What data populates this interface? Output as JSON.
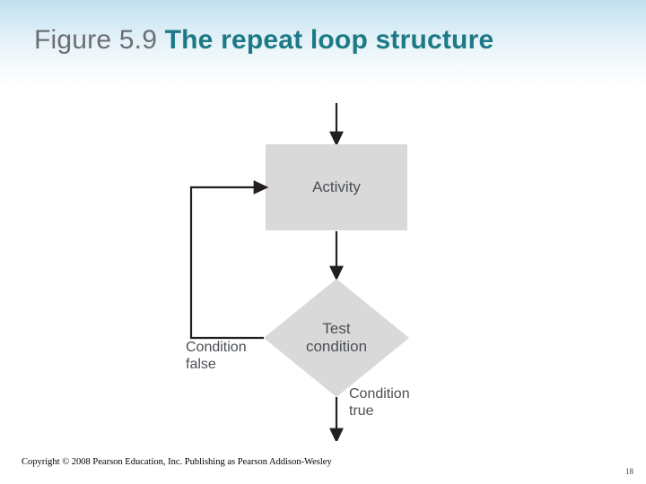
{
  "slide": {
    "title_figure": "Figure 5.9 ",
    "title_main": "The repeat loop structure",
    "copyright": "Copyright © 2008 Pearson Education, Inc. Publishing as Pearson Addison-Wesley",
    "page_number": "18",
    "colors": {
      "title_figure": "#6b6f74",
      "title_main": "#1b7a86",
      "band_top": "#bfe0ef",
      "shape_fill": "#d9d9d9",
      "text": "#4b4f54"
    }
  },
  "diagram": {
    "type": "flowchart",
    "nodes": [
      {
        "id": "activity",
        "shape": "rectangle",
        "label": "Activity"
      },
      {
        "id": "test",
        "shape": "diamond",
        "label_line1": "Test",
        "label_line2": "condition"
      }
    ],
    "edges": [
      {
        "id": "entry",
        "from": "",
        "to": "activity",
        "label": ""
      },
      {
        "id": "activity-to-test",
        "from": "activity",
        "to": "test",
        "label": ""
      },
      {
        "id": "test-true",
        "from": "test",
        "to": "",
        "label_line1": "Condition",
        "label_line2": "true"
      },
      {
        "id": "test-false",
        "from": "test",
        "to": "activity",
        "label_line1": "Condition",
        "label_line2": "false"
      }
    ]
  }
}
